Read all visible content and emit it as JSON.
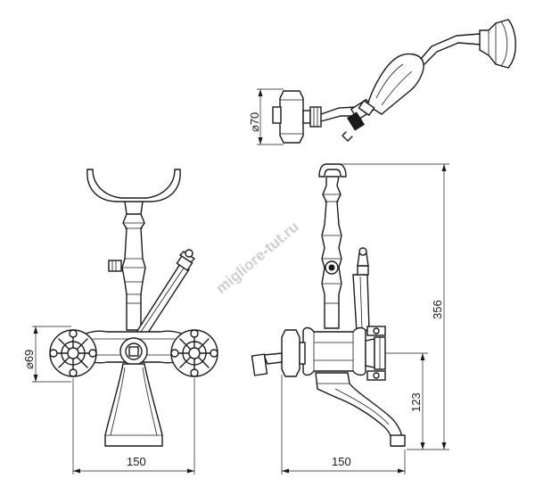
{
  "dimensions": {
    "shower_head_diameter": "⌀70",
    "body_diameter": "⌀69",
    "front_width": "150",
    "side_width": "150",
    "total_height": "356",
    "spout_height": "123"
  },
  "watermark": "migliore-tut.ru"
}
